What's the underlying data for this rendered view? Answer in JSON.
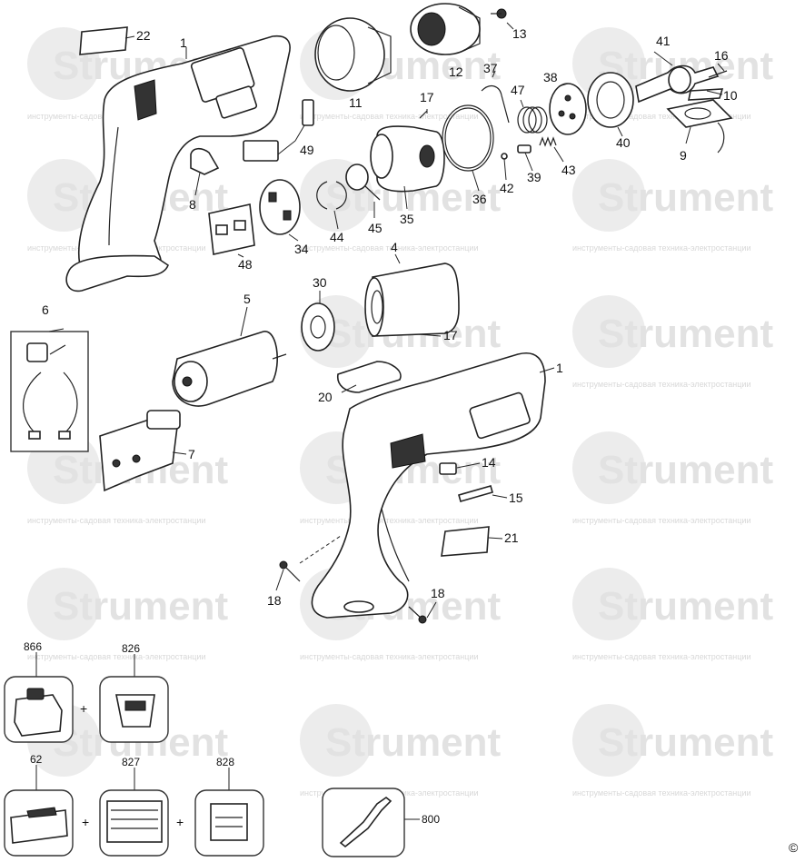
{
  "watermark": {
    "brand": "Strument",
    "tagline": "инструменты-садовая техника-электростанции"
  },
  "copyright_symbol": "©",
  "part_numbers": {
    "p1a": "1",
    "p1b": "1",
    "p4": "4",
    "p5": "5",
    "p6": "6",
    "p7": "7",
    "p8": "8",
    "p9": "9",
    "p10": "10",
    "p11": "11",
    "p12": "12",
    "p13": "13",
    "p14": "14",
    "p15": "15",
    "p16": "16",
    "p17a": "17",
    "p17b": "17",
    "p18a": "18",
    "p18b": "18",
    "p20": "20",
    "p21": "21",
    "p22": "22",
    "p30": "30",
    "p34": "34",
    "p35": "35",
    "p36": "36",
    "p37": "37",
    "p38": "38",
    "p39": "39",
    "p40": "40",
    "p41": "41",
    "p42": "42",
    "p43": "43",
    "p44": "44",
    "p45": "45",
    "p47": "47",
    "p48": "48",
    "p49": "49"
  },
  "accessories": {
    "battery": "866",
    "battery_label": "826",
    "charger": "62",
    "charger_label_1": "827",
    "charger_label_2": "828",
    "soldering_tool": "800",
    "plus": "+"
  }
}
